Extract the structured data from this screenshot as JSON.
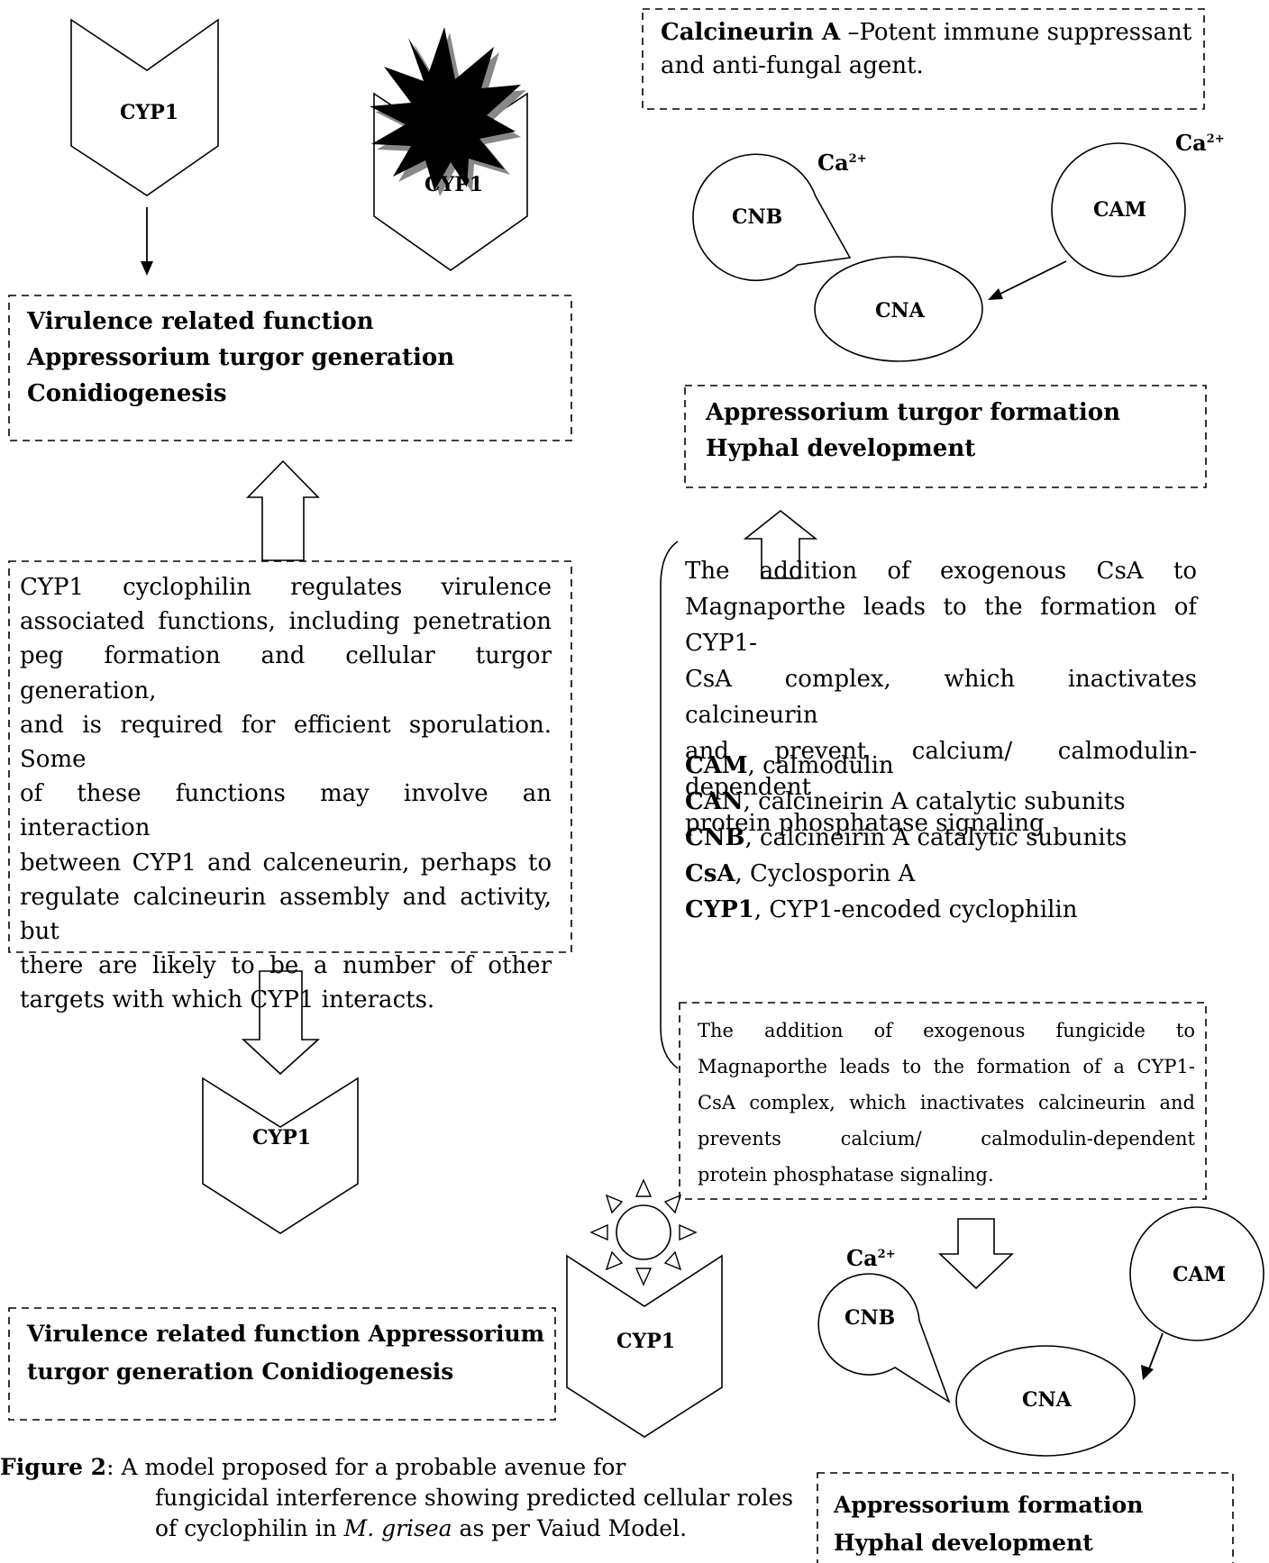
{
  "shapes": {
    "cyp1_top_left": "CYP1",
    "cyp1_top_mid": "CYP1",
    "cyp1_bottom_center": "CYP1",
    "cyp1_bottom_right": "CYP1",
    "cnb_top": "CNB",
    "cam_top": "CAM",
    "cna_top": "CNA",
    "ca_top_left": "Ca",
    "ca_top_right": "Ca",
    "cnb_bottom": "CNB",
    "cam_bottom": "CAM",
    "cna_bottom": "CNA",
    "ca_bottom": "Ca",
    "ca_superscript": "2+"
  },
  "calcineurin_box": {
    "bold": "Calcineurin A",
    "rest_line1": " –Potent immune suppressant",
    "line2": "and anti-fungal agent."
  },
  "virulence_box_top": {
    "line1": "Virulence related function",
    "line2": "Appressorium turgor generation",
    "line3": "Conidiogenesis"
  },
  "turgor_box_top": {
    "line1": "Appressorium turgor formation",
    "line2": "Hyphal development"
  },
  "cyp1_description": {
    "lines": [
      "CYP1 cyclophilin regulates virulence",
      "associated functions, including penetration",
      "peg formation and cellular turgor generation,",
      "and is required for efficient sporulation. Some",
      "of these functions may involve an interaction",
      "between CYP1 and calceneurin, perhaps to",
      "regulate calcineurin assembly and activity, but",
      "there are likely to be a number of other",
      "targets with which CYP1 interacts."
    ]
  },
  "csa_paragraph": {
    "lines": [
      "The addition of exogenous CsA to",
      "Magnaporthe leads to the formation of CYP1-",
      "CsA complex, which inactivates calcineurin",
      "and prevent calcium/ calmodulin-dependent",
      "protein phosphatase signaling"
    ]
  },
  "legend": [
    {
      "term": "CAM",
      "desc": ", calmodulin"
    },
    {
      "term": "CAN",
      "desc": ", calcineirin A catalytic subunits"
    },
    {
      "term": "CNB",
      "desc": ", calcineirin A catalytic subunits"
    },
    {
      "term": "CsA",
      "desc": ", Cyclosporin A"
    },
    {
      "term": "CYP1",
      "desc": ", CYP1-encoded cyclophilin"
    }
  ],
  "fungicide_box": {
    "lines": [
      "The addition of exogenous fungicide to",
      "Magnaporthe leads to the formation of a CYP1-",
      "CsA complex, which inactivates calcineurin and",
      "prevents calcium/ calmodulin-dependent",
      "protein phosphatase signaling."
    ]
  },
  "virulence_box_bottom": {
    "line1": "Virulence related function Appressorium",
    "line2": "turgor generation Conidiogenesis"
  },
  "formation_box_bottom": {
    "line1": "Appressorium formation",
    "line2": "Hyphal development"
  },
  "caption": {
    "bold": "Figure 2",
    "line1": ": A model proposed for a probable avenue for",
    "line2": "fungicidal interference showing predicted cellular roles",
    "line3_pre": "of cyclophilin in ",
    "line3_italic": "M. grisea",
    "line3_post": " as per Vaiud Model."
  }
}
